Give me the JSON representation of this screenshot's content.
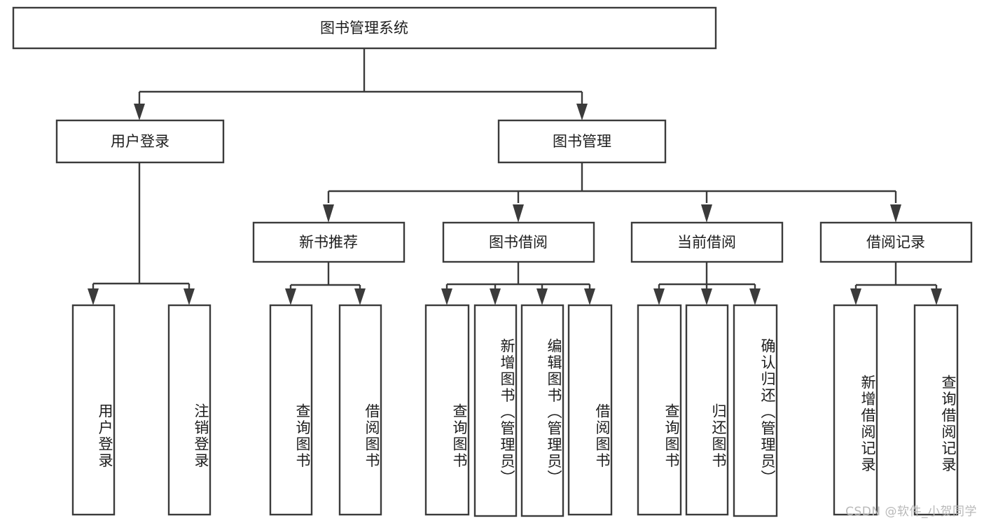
{
  "diagram": {
    "title": "图书管理系统",
    "type": "tree-hierarchy-chart",
    "watermark": "CSDN @软件_小贺同学",
    "colors": {
      "stroke": "#3b3b3b",
      "box_fill": "#ffffff",
      "text": "#1d1d1d",
      "background": "#ffffff",
      "watermark": "#b9b9b9"
    },
    "root": {
      "label": "图书管理系统"
    },
    "level2": [
      {
        "label": "用户登录"
      },
      {
        "label": "图书管理"
      }
    ],
    "level3": [
      {
        "label": "新书推荐"
      },
      {
        "label": "图书借阅"
      },
      {
        "label": "当前借阅"
      },
      {
        "label": "借阅记录"
      }
    ],
    "leaves": {
      "user_login": [
        {
          "label": "用户登录"
        },
        {
          "label": "注销登录"
        }
      ],
      "new_book_recommend": [
        {
          "label": "查询图书"
        },
        {
          "label": "借阅图书"
        }
      ],
      "book_borrow": [
        {
          "label": "查询图书"
        },
        {
          "label": "新增图书（管理员）"
        },
        {
          "label": "编辑图书（管理员）"
        },
        {
          "label": "借阅图书"
        }
      ],
      "current_borrow": [
        {
          "label": "查询图书"
        },
        {
          "label": "归还图书"
        },
        {
          "label": "确认归还（管理员）"
        }
      ],
      "borrow_record": [
        {
          "label": "新增借阅记录"
        },
        {
          "label": "查询借阅记录"
        }
      ]
    }
  }
}
